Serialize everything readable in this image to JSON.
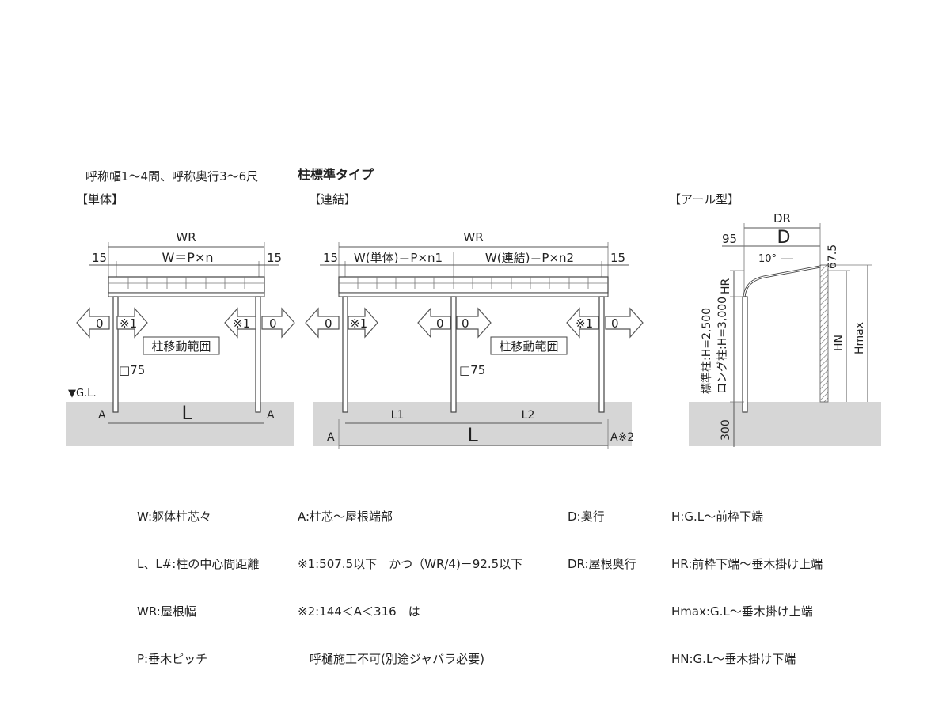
{
  "header": {
    "subtitle": "呼称幅1～4間、呼称奥行3～6尺",
    "title": "柱標準タイプ",
    "section_single": "【単体】",
    "section_connected": "【連結】",
    "section_arch": "【アール型】"
  },
  "single": {
    "wr": "WR",
    "w_formula": "W＝P×n",
    "margin_left": "15",
    "margin_right": "15",
    "zero": "0",
    "note1": "※1",
    "move_range": "柱移動範囲",
    "post_size": "□75",
    "gl": "▼G.L.",
    "a": "A",
    "l": "L"
  },
  "connected": {
    "wr": "WR",
    "w_single": "W(単体)＝P×n1",
    "w_connected": "W(連結)＝P×n2",
    "margin_left": "15",
    "margin_right": "15",
    "zero": "0",
    "note1": "※1",
    "move_range": "柱移動範囲",
    "post_size": "□75",
    "a": "A",
    "a_note2": "A※2",
    "l1": "L1",
    "l2": "L2",
    "l": "L"
  },
  "arch": {
    "dr": "DR",
    "d": "D",
    "offset": "95",
    "angle": "10°",
    "top_gap": "67.5",
    "hr": "HR",
    "h_standard": "標準柱:H=2,500",
    "h_long": "ロング柱:H=3,000",
    "hn": "HN",
    "hmax": "Hmax",
    "depth": "300"
  },
  "legend": {
    "col1": [
      "W:躯体柱芯々",
      "L、L#:柱の中心間距離",
      "WR:屋根幅",
      "P:垂木ピッチ"
    ],
    "col2": [
      "A:柱芯～屋根端部",
      "※1:507.5以下　かつ（WR/4)－92.5以下",
      "※2:144＜A＜316　は",
      "　呼樋施工不可(別途ジャバラ必要)"
    ],
    "col3": [
      "D:奥行",
      "DR:屋根奥行"
    ],
    "col4": [
      "H:G.L～前枠下端",
      "HR:前枠下端～垂木掛け上端",
      "Hmax:G.L～垂木掛け上端",
      "HN:G.L～垂木掛け下端"
    ]
  }
}
